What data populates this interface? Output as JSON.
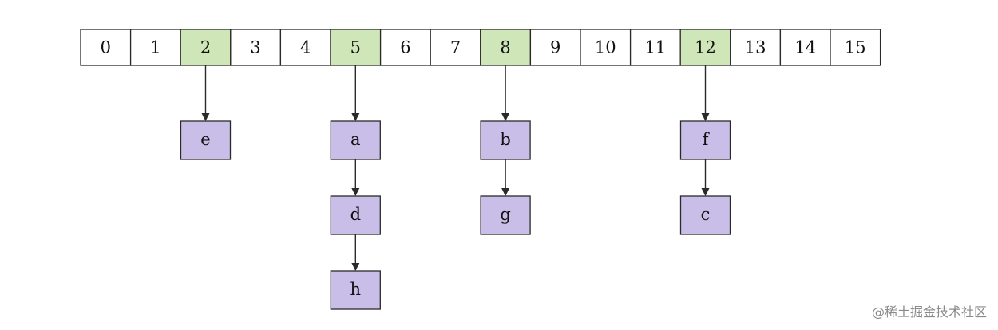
{
  "bucket_array": {
    "indices": [
      "0",
      "1",
      "2",
      "3",
      "4",
      "5",
      "6",
      "7",
      "8",
      "9",
      "10",
      "11",
      "12",
      "13",
      "14",
      "15"
    ],
    "occupied": [
      2,
      5,
      8,
      12
    ]
  },
  "chains": [
    {
      "bucket": 2,
      "nodes": [
        "e"
      ]
    },
    {
      "bucket": 5,
      "nodes": [
        "a",
        "d",
        "h"
      ]
    },
    {
      "bucket": 8,
      "nodes": [
        "b",
        "g"
      ]
    },
    {
      "bucket": 12,
      "nodes": [
        "f",
        "c"
      ]
    }
  ],
  "colors": {
    "occupied_cell": "#cfe6b8",
    "empty_cell": "#ffffff",
    "node_fill": "#c9bee8",
    "stroke": "#2a2a2a"
  },
  "watermark": "@稀土掘金技术社区"
}
